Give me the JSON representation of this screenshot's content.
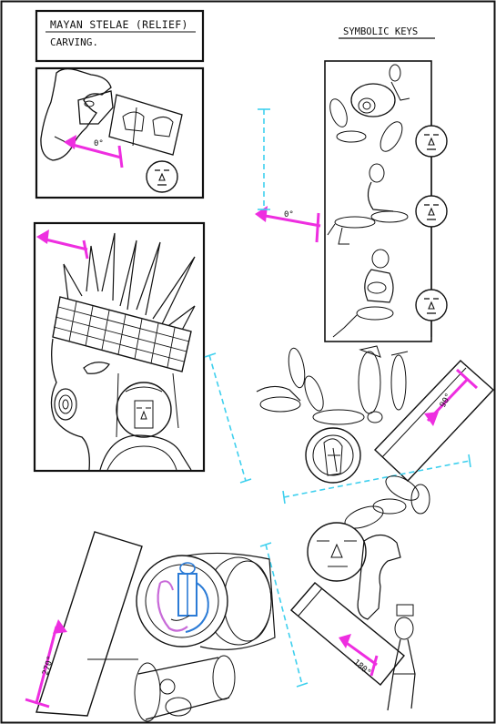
{
  "title": {
    "line1": "MAYAN STELAE (RELIEF)",
    "line2": "CARVING."
  },
  "keys_heading": "SYMBOLIC KEYS",
  "angle_labels": {
    "top_panel": "0°",
    "key_column": "0°",
    "right_slab": "90°",
    "lower_right_slab": "180°",
    "lower_left_slab": "270°"
  },
  "colors": {
    "ink": "#111111",
    "paper": "#ffffff",
    "rotation_arrow": "#ee2ee0",
    "guide_line": "#3fd0ee",
    "blue_glyph": "#2b7bd6",
    "purple_glyph": "#c86ad8"
  },
  "icons": {
    "arrow": "double-bar-arrow",
    "face": "mask-face-medallion",
    "figure": "seated-mayan-figure"
  }
}
